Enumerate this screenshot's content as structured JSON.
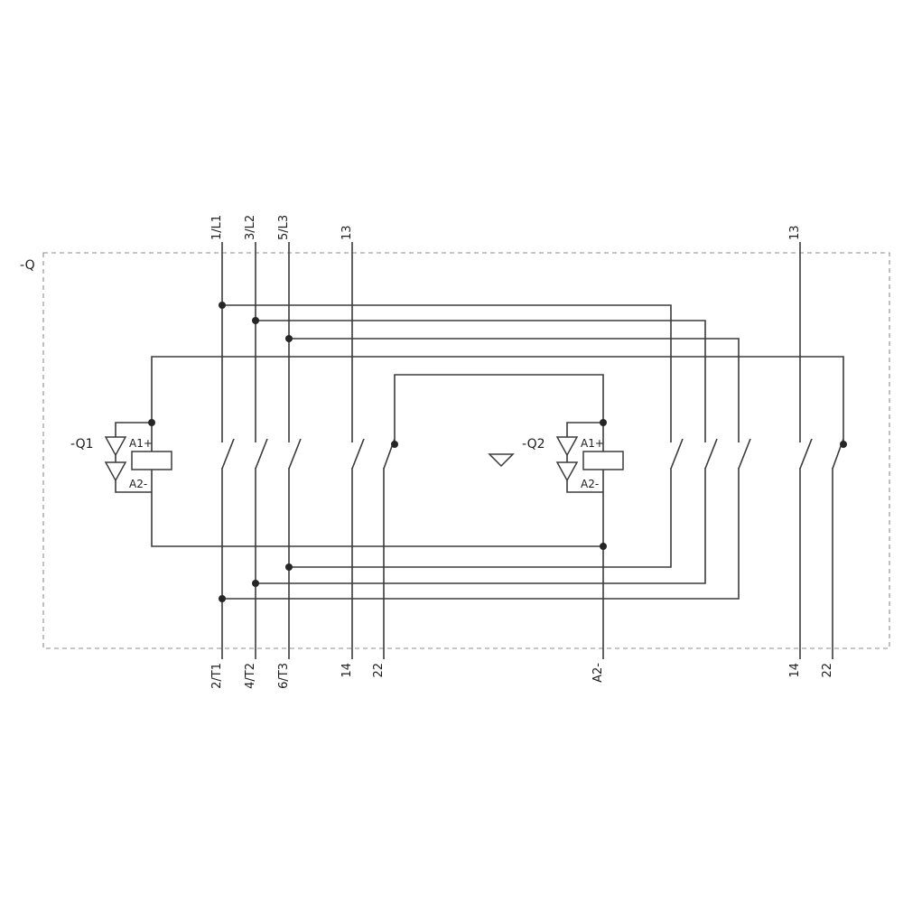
{
  "diagram": {
    "enclosure_label": "-Q",
    "top_terminals": [
      "1/L1",
      "3/L2",
      "5/L3",
      "13",
      "13"
    ],
    "bottom_terminals": [
      "2/T1",
      "4/T2",
      "6/T3",
      "14",
      "22",
      "A2-",
      "14",
      "22"
    ],
    "contactor1": {
      "ref": "-Q1",
      "coil_terminal_top": "A1+",
      "coil_terminal_bottom": "A2-"
    },
    "contactor2": {
      "ref": "-Q2",
      "coil_terminal_top": "A1+",
      "coil_terminal_bottom": "A2-"
    },
    "colors": {
      "line": "#3b3b3b",
      "junction": "#262626",
      "text": "#1c1c1c",
      "enclosure_border": "#8c8c8c",
      "background": "#ffffff"
    }
  }
}
